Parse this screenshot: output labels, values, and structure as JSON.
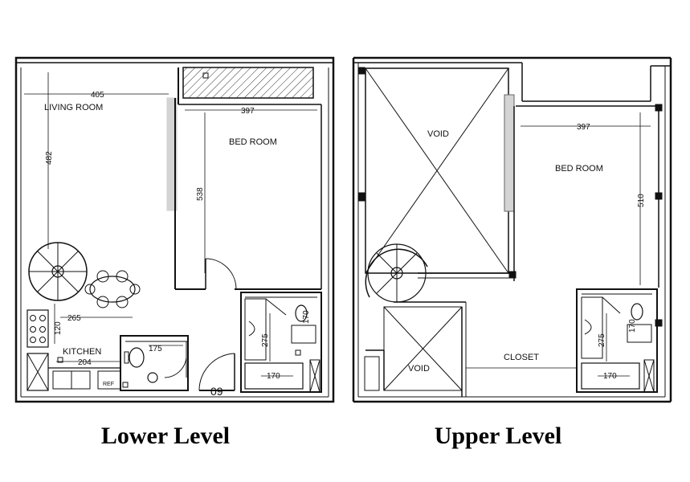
{
  "lower": {
    "caption": "Lower Level",
    "rooms": {
      "living": "LIVING ROOM",
      "bed": "BED ROOM",
      "kitchen": "KITCHEN",
      "ref": "REF"
    },
    "dims": {
      "living_width": "405",
      "bed_width": "397",
      "living_height": "482",
      "bed_height": "538",
      "stair_offset": "265",
      "kitchen_depth": "120",
      "kitchen_width": "204",
      "wc_width": "175",
      "bath_height": "275",
      "bath_tub": "170",
      "bath_small": "170",
      "door_number": "09"
    }
  },
  "upper": {
    "caption": "Upper Level",
    "rooms": {
      "void_top": "VOID",
      "void_bottom": "VOID",
      "bed": "BED ROOM",
      "closet": "CLOSET"
    },
    "dims": {
      "bed_width": "397",
      "bed_height": "510",
      "bath_height": "275",
      "bath_tub": "170",
      "bath_small": "170"
    }
  }
}
